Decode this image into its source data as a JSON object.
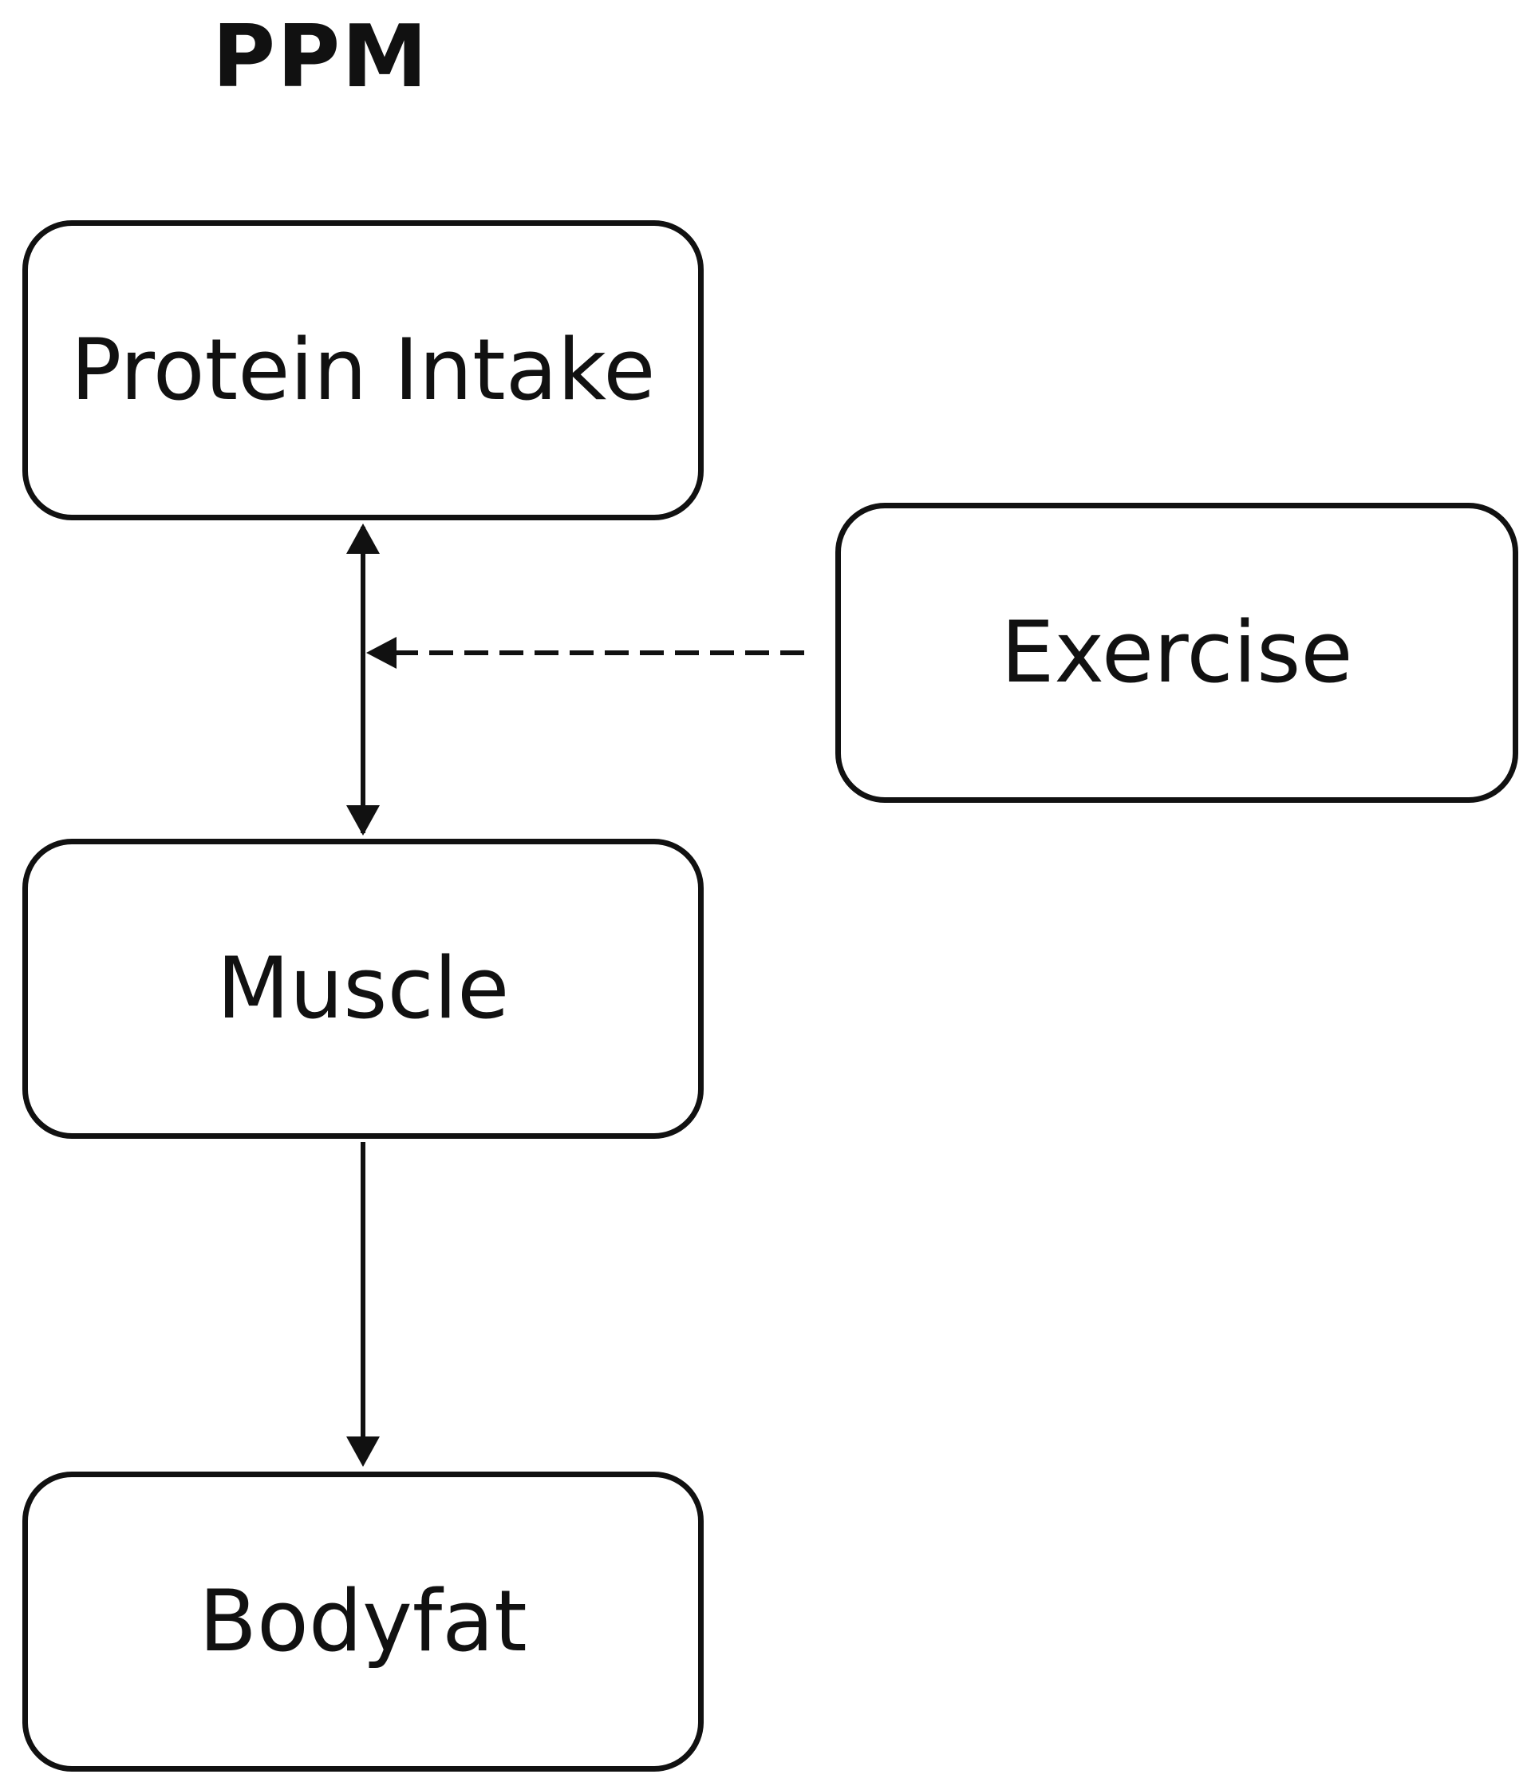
{
  "diagram": {
    "title": "PPM",
    "nodes": {
      "protein_intake": "Protein Intake",
      "exercise": "Exercise",
      "muscle": "Muscle",
      "bodyfat": "Bodyfat"
    },
    "edges": [
      {
        "from": "protein_intake",
        "to": "muscle",
        "style": "solid",
        "direction": "both"
      },
      {
        "from": "exercise",
        "to": "protein_intake-muscle link",
        "style": "dashed",
        "direction": "forward"
      },
      {
        "from": "muscle",
        "to": "bodyfat",
        "style": "solid",
        "direction": "forward"
      }
    ],
    "colors": {
      "stroke": "#111111",
      "background": "#ffffff"
    }
  }
}
